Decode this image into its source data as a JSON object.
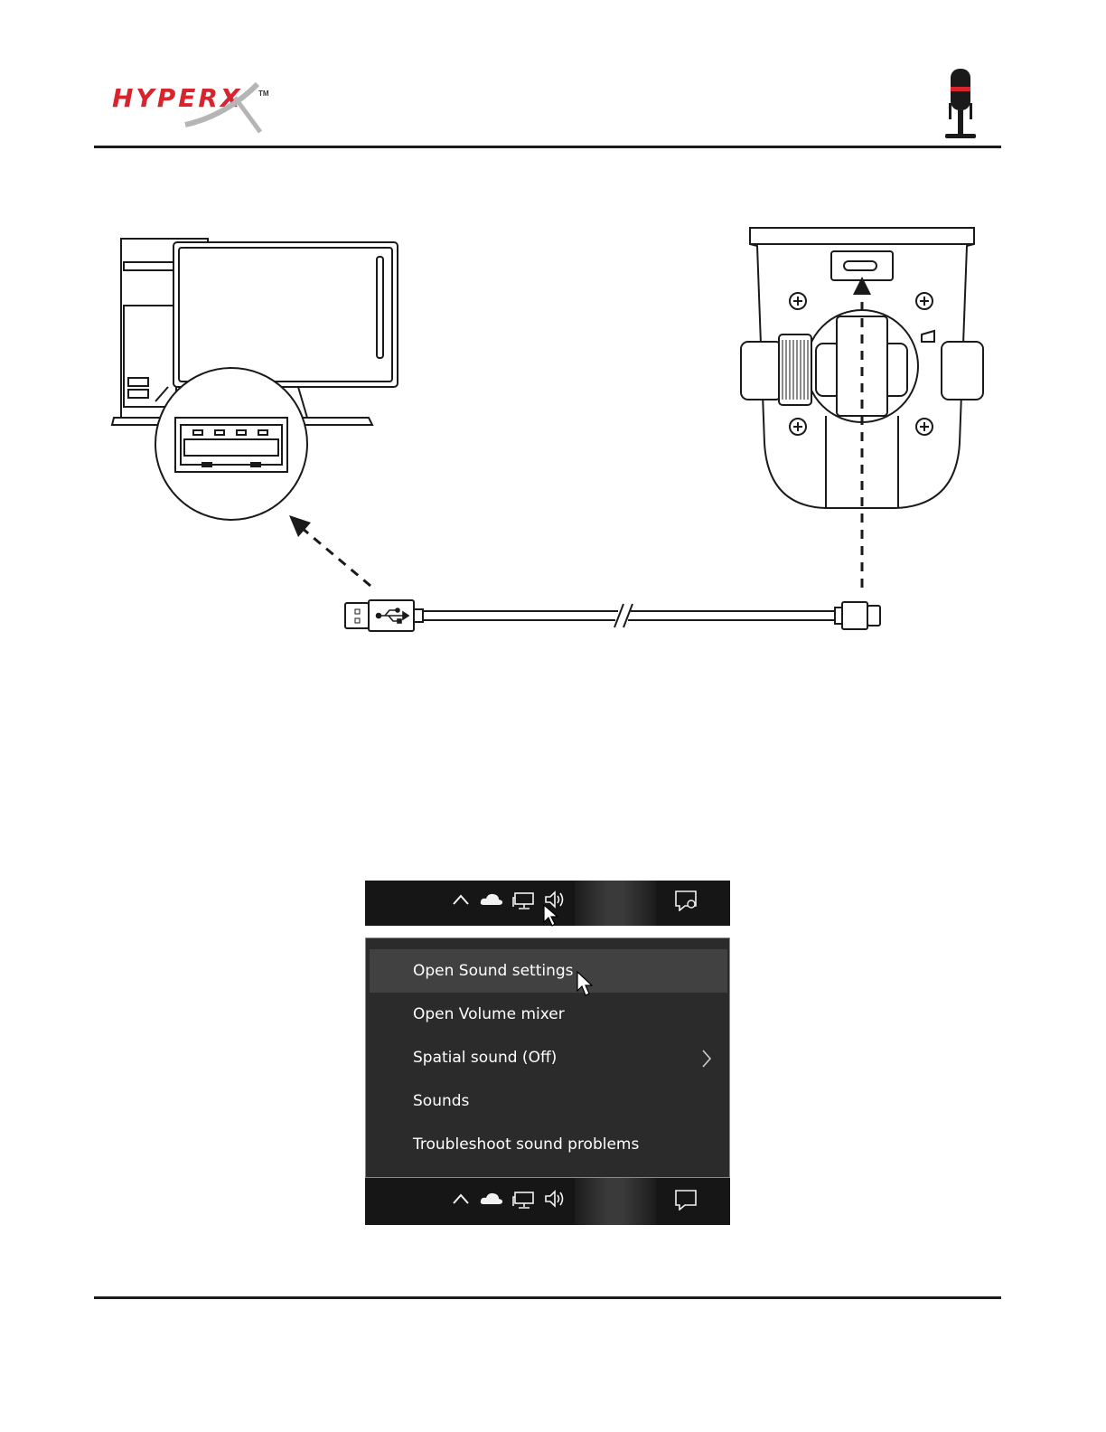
{
  "header": {
    "brand_logo_text": "HYPERX",
    "brand_logo_tm": "TM",
    "product_icon": "microphone-icon"
  },
  "diagram": {
    "usb_symbol": "usb-icon"
  },
  "taskbar": {
    "icons": [
      "chevron-up-icon",
      "cloud-icon",
      "network-icon",
      "speaker-icon",
      "notification-icon"
    ]
  },
  "context_menu": {
    "items": [
      {
        "label": "Open Sound settings"
      },
      {
        "label": "Open Volume mixer"
      },
      {
        "label": "Spatial sound (Off)"
      },
      {
        "label": "Sounds"
      },
      {
        "label": "Troubleshoot sound problems"
      }
    ],
    "hovered_index": 0
  },
  "colors": {
    "brand_red": "#d8242d",
    "taskbar_bg": "#161616",
    "menu_bg": "#2b2b2b",
    "menu_hover": "#414141"
  }
}
